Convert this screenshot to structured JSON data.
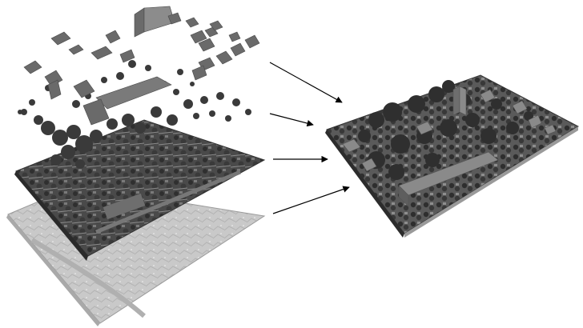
{
  "diagram": {
    "components": [
      {
        "id": "building-layer",
        "icon": "building-blocks-icon"
      },
      {
        "id": "vegetation-layer",
        "icon": "tree-icon"
      },
      {
        "id": "orthophoto-layer",
        "icon": "aerial-photo-icon"
      },
      {
        "id": "terrain-layer",
        "icon": "terrain-relief-icon"
      },
      {
        "id": "combined-city-model",
        "icon": "city-model-icon"
      }
    ],
    "arrows": [
      {
        "from": "building-layer",
        "to": "combined-city-model"
      },
      {
        "from": "vegetation-layer",
        "to": "combined-city-model"
      },
      {
        "from": "orthophoto-layer",
        "to": "combined-city-model"
      },
      {
        "from": "terrain-layer",
        "to": "combined-city-model"
      }
    ],
    "colors": {
      "background": "#ffffff",
      "terrain": "#c9c9c9",
      "terrain_shade": "#a9a9a9",
      "ortho": "#4a4a4a",
      "ortho_light": "#6e6e6e",
      "trees": "#3a3a3a",
      "buildings": "#6a6a6a",
      "building_roof": "#8c8c8c",
      "arrow": "#000000"
    }
  }
}
